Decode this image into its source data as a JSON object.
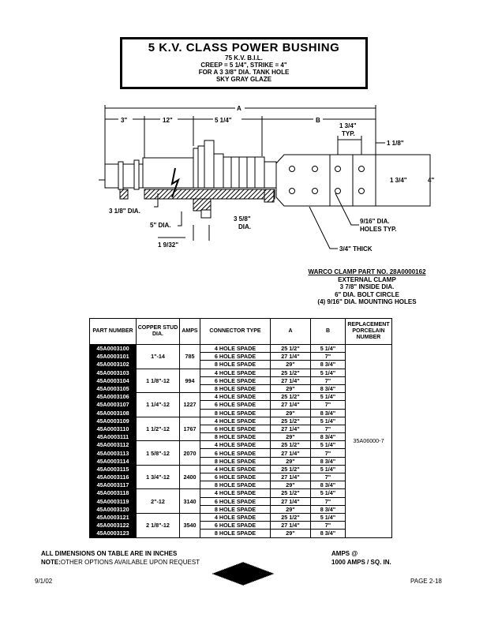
{
  "header": {
    "title": "5 K.V. CLASS POWER BUSHING",
    "lines": [
      "75 K.V. B.I.L.",
      "CREEP = 5 1/4\", STRIKE = 4\"",
      "FOR A 3 3/8\" DIA. TANK HOLE",
      "SKY GRAY GLAZE"
    ]
  },
  "drawing": {
    "dim_a": "A",
    "dim_3": "3\"",
    "dim_12": "12\"",
    "dim_5_1_4": "5 1/4\"",
    "dim_b": "B",
    "dim_1_3_4_typ": "1 3/4\"",
    "typ": "TYP.",
    "dim_1_1_8": "1 1/8\"",
    "dim_1_3_4": "1 3/4\"",
    "dim_4": "4\"",
    "dia_3_1_8": "3 1/8\" DIA.",
    "dia_5": "5\" DIA.",
    "dia_3_5_8": "3 5/8\"",
    "dia_label": "DIA.",
    "dim_1_9_32": "1 9/32\"",
    "holes_1": "9/16\" DIA.",
    "holes_2": "HOLES TYP.",
    "thick": "3/4\" THICK"
  },
  "clamp": {
    "title": "WARCO CLAMP PART NO. 28A0000162",
    "lines": [
      "EXTERNAL CLAMP",
      "3 7/8\" INSIDE DIA.",
      "6\" DIA. BOLT CIRCLE",
      "(4) 9/16\" DIA. MOUNTING HOLES"
    ]
  },
  "table": {
    "headers": {
      "part": "PART NUMBER",
      "stud": "COPPER STUD DIA.",
      "amps": "AMPS",
      "connector": "CONNECTOR TYPE",
      "a": "A",
      "b": "B",
      "replacement": "REPLACEMENT PORCELAIN NUMBER"
    },
    "replacement": "35A06000-7",
    "groups": [
      {
        "stud": "1\"-14",
        "amps": "785",
        "parts": [
          "45A0003100",
          "45A0003101",
          "45A0003102"
        ]
      },
      {
        "stud": "1 1/8\"-12",
        "amps": "994",
        "parts": [
          "45A0003103",
          "45A0003104",
          "45A0003105"
        ]
      },
      {
        "stud": "1 1/4\"-12",
        "amps": "1227",
        "parts": [
          "45A0003106",
          "45A0003107",
          "45A0003108"
        ]
      },
      {
        "stud": "1 1/2\"-12",
        "amps": "1767",
        "parts": [
          "45A0003109",
          "45A0003110",
          "45A0003111"
        ]
      },
      {
        "stud": "1 5/8\"-12",
        "amps": "2070",
        "parts": [
          "45A0003112",
          "45A0003113",
          "45A0003114"
        ]
      },
      {
        "stud": "1 3/4\"-12",
        "amps": "2400",
        "parts": [
          "45A0003115",
          "45A0003116",
          "45A0003117"
        ]
      },
      {
        "stud": "2\"-12",
        "amps": "3140",
        "parts": [
          "45A0003118",
          "45A0003119",
          "45A0003120"
        ]
      },
      {
        "stud": "2 1/8\"-12",
        "amps": "3540",
        "parts": [
          "45A0003121",
          "45A0003122",
          "45A0003123"
        ]
      }
    ],
    "options": [
      {
        "connector": "4 HOLE SPADE",
        "a": "25 1/2\"",
        "b": "5 1/4\""
      },
      {
        "connector": "6 HOLE SPADE",
        "a": "27 1/4\"",
        "b": "7\""
      },
      {
        "connector": "8 HOLE SPADE",
        "a": "29\"",
        "b": "8 3/4\""
      }
    ]
  },
  "footer": {
    "note1": "ALL DIMENSIONS ON TABLE ARE IN INCHES",
    "note_label": "NOTE:",
    "note2": "OTHER OPTIONS AVAILABLE UPON REQUEST",
    "amps1": "AMPS @",
    "amps2": "1000 AMPS / SQ. IN.",
    "date": "9/1/02",
    "page": "PAGE 2-18"
  }
}
